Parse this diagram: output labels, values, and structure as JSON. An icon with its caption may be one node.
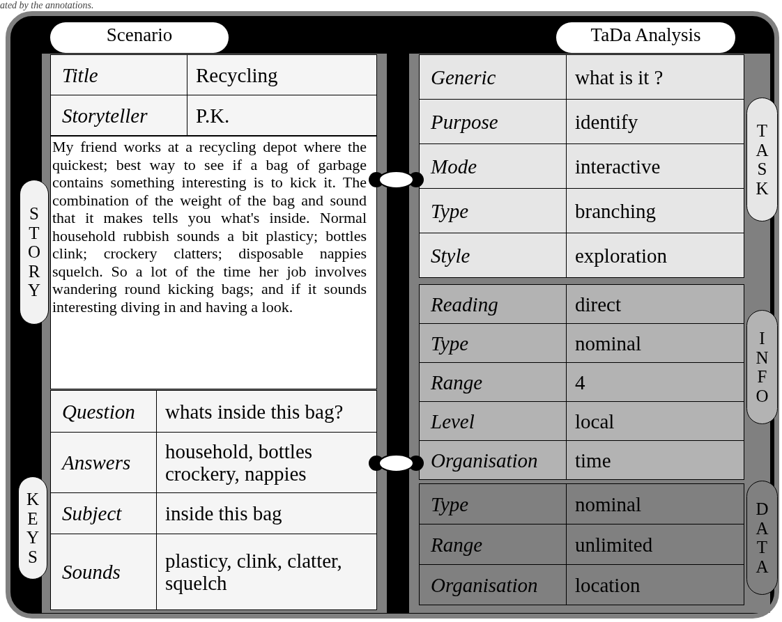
{
  "diagram": {
    "nodes": [
      {
        "text": [
          "Scenario"
        ]
      },
      {
        "text": [
          "TaDa Analysis"
        ]
      },
      {
        "text": [
          "STORY"
        ]
      },
      {
        "text": [
          "KEYS"
        ]
      },
      {
        "text": [
          "TASK"
        ]
      },
      {
        "text": [
          "INFO"
        ]
      },
      {
        "text": [
          "DATA"
        ]
      }
    ],
    "labels": [
      "ated by the annotations.",
      "Title",
      "Recycling",
      "Storyteller",
      "P.K.",
      "My friend works at a recycling depot where the quickest; best way to see if a bag of garbage contains something interesting is to kick it. The combination of the weight of the bag and sound that it makes tells you what's inside. Normal household rubbish sounds a bit plasticy; bottles clink; crockery clatters; disposable nappies squelch. So a lot of the time her job involves wandering round kicking bags; and if it sounds interesting diving in and having a look.",
      "Question",
      "whats inside this bag?",
      "Answers",
      "household, bottles crockery, nappies",
      "Subject",
      "inside this bag",
      "Sounds",
      "plasticy, clink, clatter, squelch",
      "Generic",
      "what is it ?",
      "Purpose",
      "identify",
      "Mode",
      "interactive",
      "Type",
      "branching",
      "Style",
      "exploration",
      "Reading",
      "direct",
      "Type",
      "nominal",
      "Range",
      "4",
      "Level",
      "local",
      "Organisation",
      "time",
      "Type",
      "nominal",
      "Range",
      "unlimited",
      "Organisation",
      "location"
    ]
  }
}
